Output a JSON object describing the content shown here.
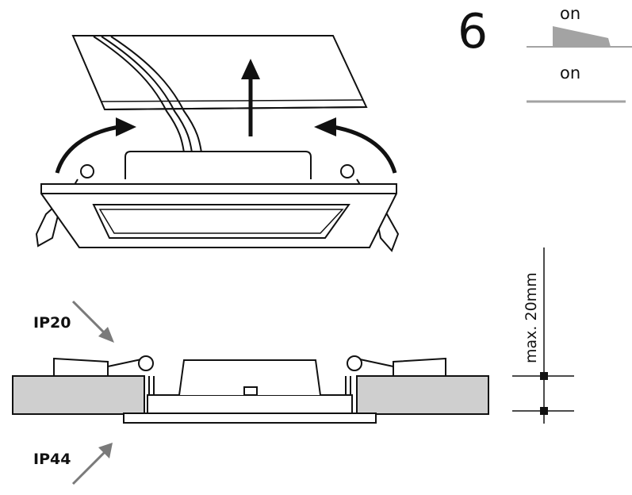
{
  "step": {
    "number": "6"
  },
  "legend": {
    "top_label": "on",
    "bottom_label": "on",
    "top_color": "#a3a3a3",
    "bottom_color": "#a3a3a3"
  },
  "protection": {
    "upper_label": "IP20",
    "lower_label": "IP44"
  },
  "dimension": {
    "label": "max. 20mm"
  },
  "colors": {
    "line": "#111111",
    "ceiling_fill": "#cfcfcf",
    "white": "#ffffff",
    "arrow_gray": "#7a7a7a"
  }
}
